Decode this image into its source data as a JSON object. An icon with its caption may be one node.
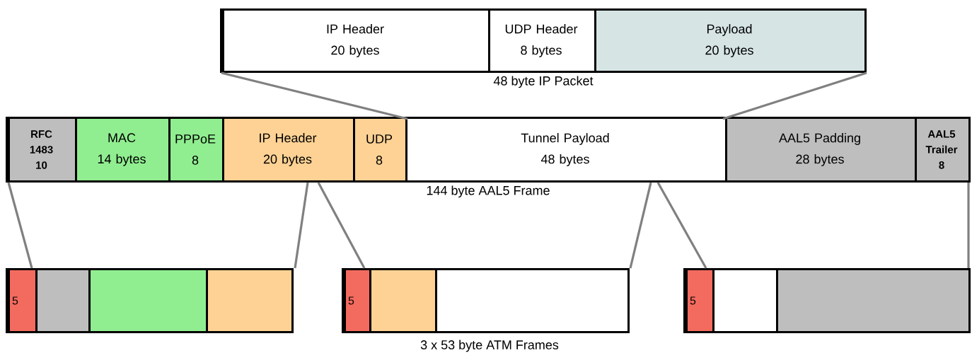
{
  "diagram": {
    "nodes": [
      {
        "text": [
          "48 byte IP Packet"
        ]
      },
      {
        "text": [
          "IP Header",
          "20 bytes"
        ],
        "in": 0
      },
      {
        "text": [
          "UDP Header",
          "8 bytes"
        ],
        "in": 0
      },
      {
        "text": [
          "Payload",
          "20 bytes"
        ],
        "in": 0
      },
      {
        "text": [
          "144 byte AAL5 Frame"
        ]
      },
      {
        "text": [
          "RFC 1483",
          "10"
        ],
        "in": 4
      },
      {
        "text": [
          "MAC",
          "14 bytes"
        ],
        "in": 4
      },
      {
        "text": [
          "PPPoE",
          "8"
        ],
        "in": 4
      },
      {
        "text": [
          "IP Header",
          "20 bytes"
        ],
        "in": 4
      },
      {
        "text": [
          "UDP",
          "8"
        ],
        "in": 4
      },
      {
        "text": [
          "Tunnel Payload",
          "48 bytes"
        ],
        "in": 4
      },
      {
        "text": [
          "AAL5 Padding",
          "28 bytes"
        ],
        "in": 4
      },
      {
        "text": [
          "AAL5 Trailer",
          "8"
        ],
        "in": 4
      },
      {
        "text": [],
        "shape": "box"
      },
      {
        "text": [
          "5"
        ],
        "in": 13
      },
      {
        "text": [],
        "shape": "box",
        "in": 13
      },
      {
        "text": [],
        "shape": "box",
        "in": 13
      },
      {
        "text": [],
        "shape": "box",
        "in": 13
      },
      {
        "text": [],
        "shape": "box"
      },
      {
        "text": [
          "5"
        ],
        "in": 18
      },
      {
        "text": [],
        "shape": "box",
        "in": 18
      },
      {
        "text": [],
        "shape": "box",
        "in": 18
      },
      {
        "text": [],
        "shape": "box"
      },
      {
        "text": [
          "5"
        ],
        "in": 22
      },
      {
        "text": [],
        "shape": "box",
        "in": 22
      },
      {
        "text": [],
        "shape": "box",
        "in": 22
      }
    ],
    "edges": [
      {
        "from": 0,
        "to": 10,
        "arrow": "none"
      },
      {
        "from": 0,
        "to": 10,
        "arrow": "none"
      },
      {
        "from": 4,
        "to": 13,
        "arrow": "none"
      },
      {
        "from": 4,
        "to": 13,
        "arrow": "none"
      },
      {
        "from": 4,
        "to": 18,
        "arrow": "none"
      },
      {
        "from": 4,
        "to": 18,
        "arrow": "none"
      },
      {
        "from": 4,
        "to": 22,
        "arrow": "none"
      },
      {
        "from": 4,
        "to": 22,
        "arrow": "none"
      }
    ],
    "labels": [
      "3 x 53 byte ATM Frames"
    ]
  }
}
